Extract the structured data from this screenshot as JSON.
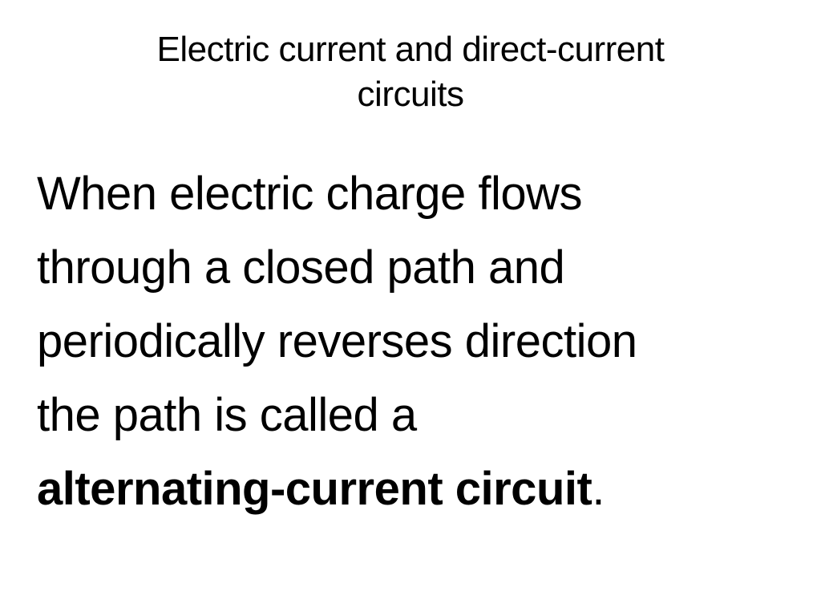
{
  "slide": {
    "title_line1": "Electric current and direct-current",
    "title_line2": "circuits",
    "body": {
      "line1": "When electric charge flows",
      "line2": "through a closed path and",
      "line3": "periodically reverses direction",
      "line4": "the path is called a",
      "term": "alternating-current circuit",
      "term_suffix": "."
    }
  }
}
